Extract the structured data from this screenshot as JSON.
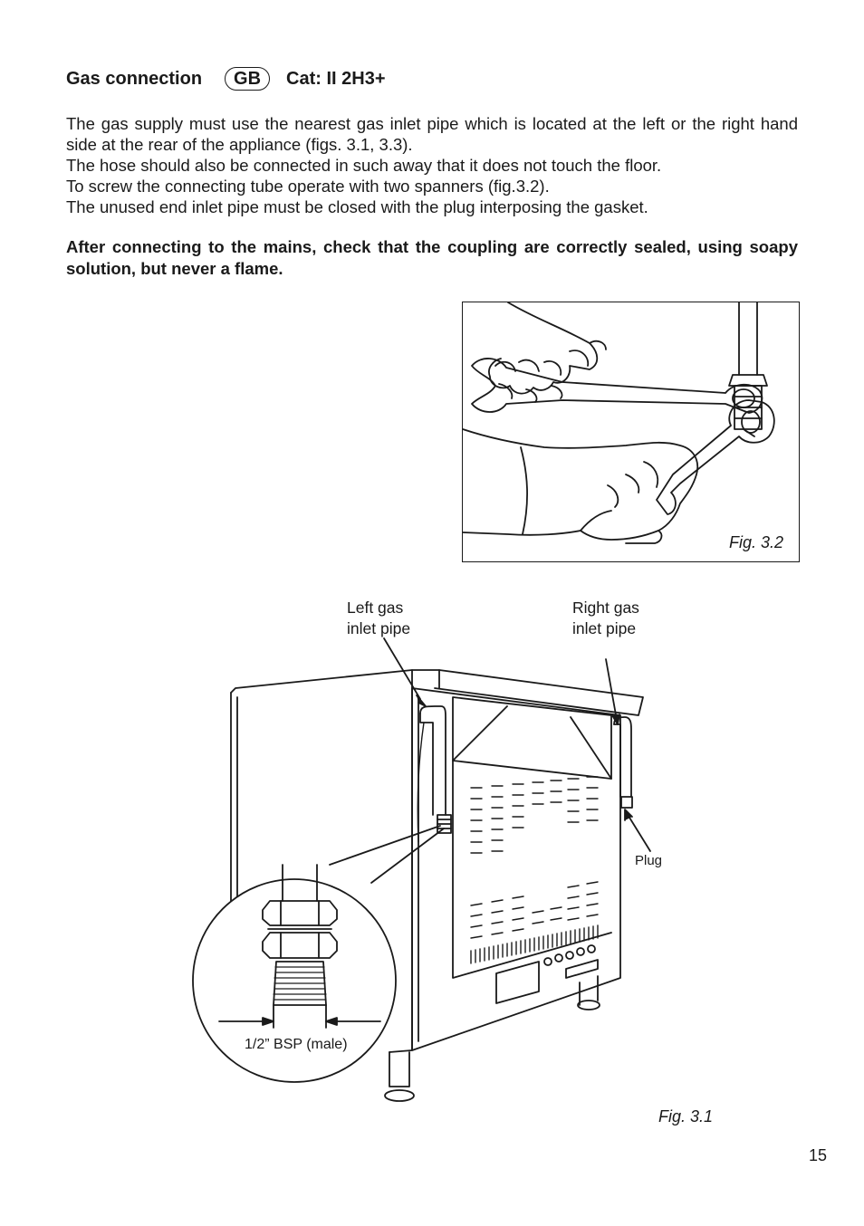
{
  "heading": {
    "title": "Gas connection",
    "badge": "GB",
    "category": "Cat: II 2H3+"
  },
  "paragraphs": [
    "The gas supply must use the nearest gas inlet pipe which is located at the left or the right hand side at the rear of the appliance (figs. 3.1, 3.3).",
    "The hose should also be connected in such away that it does not touch the floor.",
    "To screw the connecting tube operate with two spanners (fig.3.2).",
    "The unused end inlet pipe must be closed with the plug interposing the gasket."
  ],
  "warning": "After connecting to the mains, check that the coupling are correctly sealed, using soapy solution, but never a flame.",
  "figure_3_2": {
    "caption": "Fig. 3.2"
  },
  "figure_3_1": {
    "caption": "Fig. 3.1",
    "left_label_line1": "Left gas",
    "left_label_line2": "inlet pipe",
    "right_label_line1": "Right gas",
    "right_label_line2": "inlet pipe",
    "plug_label": "Plug",
    "thread_label": "1/2” BSP (male)"
  },
  "page_number": "15"
}
